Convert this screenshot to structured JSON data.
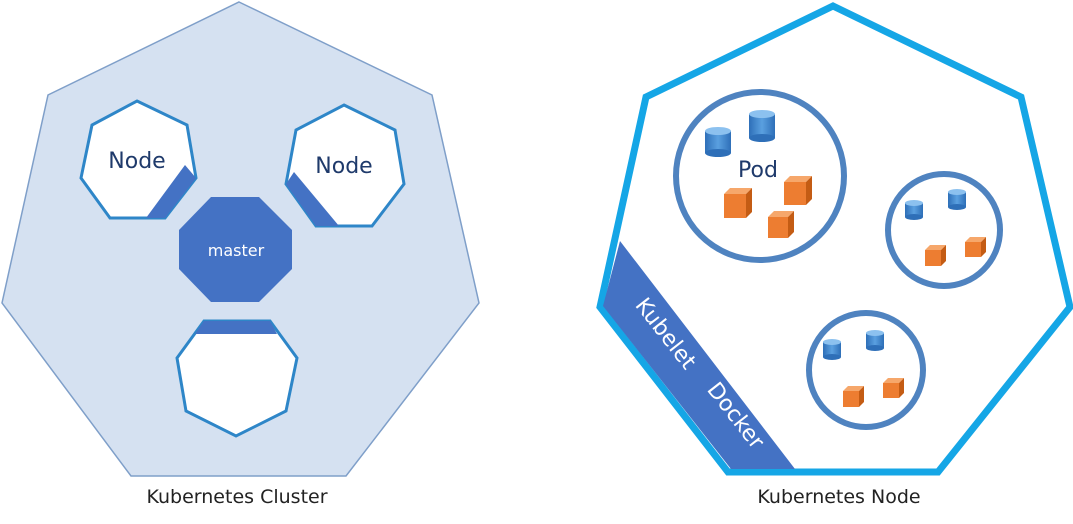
{
  "cluster": {
    "caption": "Kubernetes Cluster",
    "node_1_label": "Node",
    "node_2_label": "Node",
    "master_label": "master"
  },
  "node": {
    "caption": "Kubernetes Node",
    "pod_label": "Pod",
    "kubelet_label": "Kubelet",
    "docker_label": "Docker"
  },
  "colors": {
    "cluster_fill": "#d5e1f1",
    "cluster_stroke": "#7f9fc9",
    "node_stroke": "#2e86c8",
    "node_outline": "#15a6e6",
    "master_fill": "#4472c4",
    "pod_stroke": "#4f83c0",
    "container_blue": "#3c84d2",
    "container_orange": "#ed7d31"
  }
}
